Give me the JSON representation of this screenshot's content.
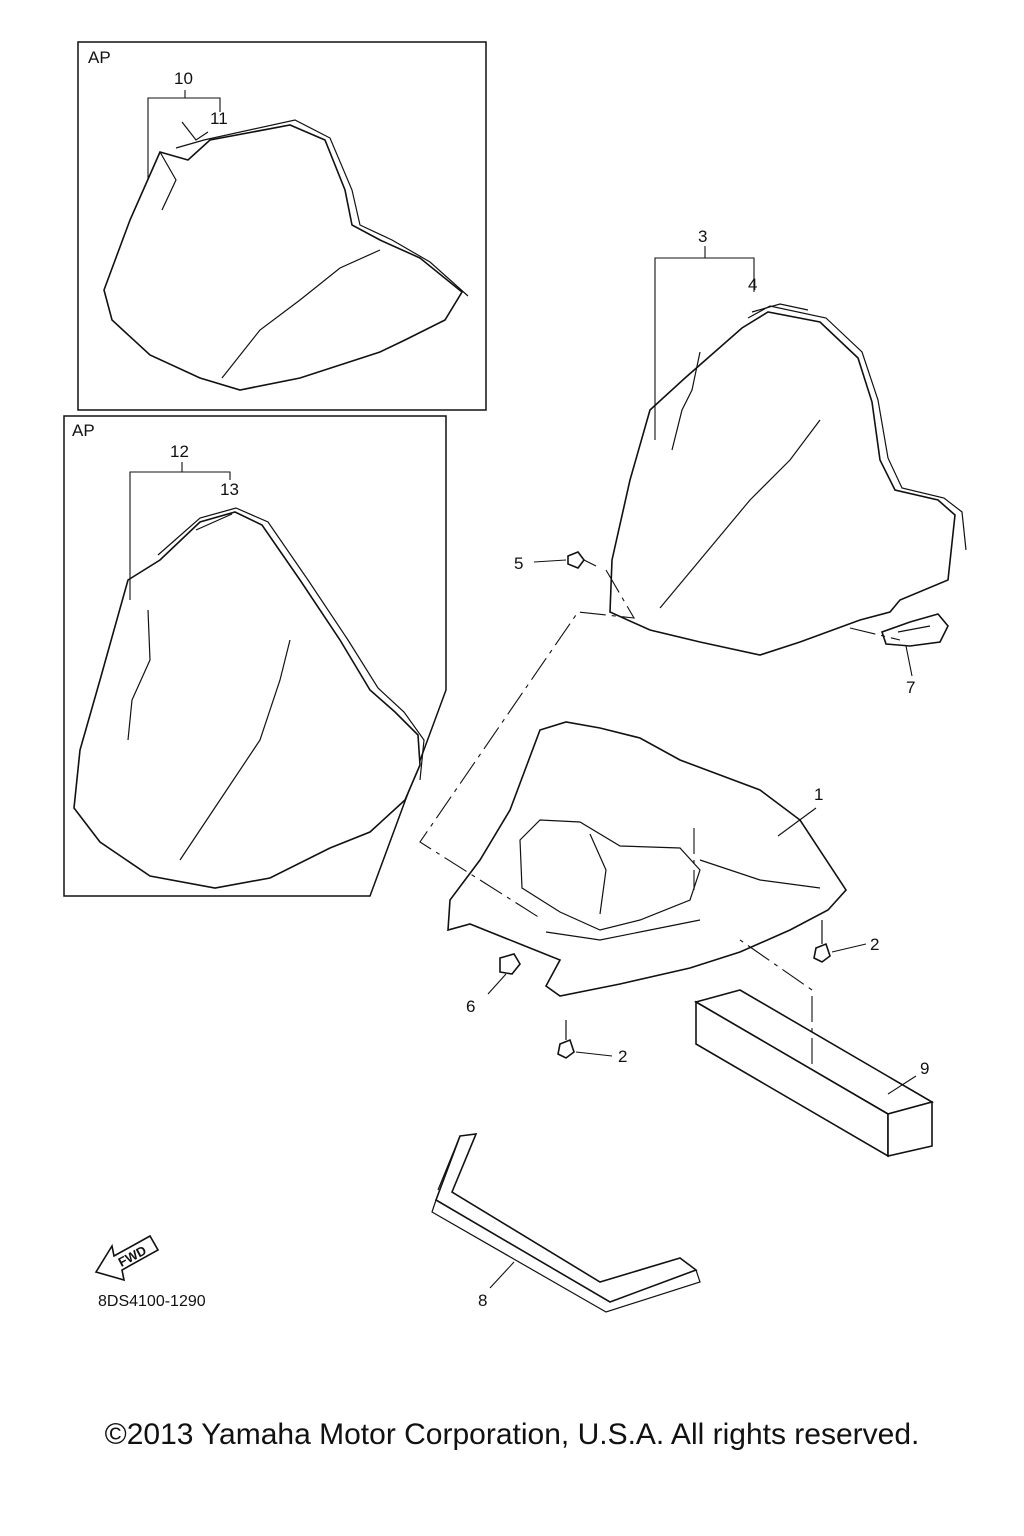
{
  "insets": [
    {
      "tag": "AP"
    },
    {
      "tag": "AP"
    }
  ],
  "callouts": {
    "p1": "1",
    "p2a": "2",
    "p2b": "2",
    "p3": "3",
    "p4": "4",
    "p5": "5",
    "p6": "6",
    "p7": "7",
    "p8": "8",
    "p9": "9",
    "p10": "10",
    "p11": "11",
    "p12": "12",
    "p13": "13"
  },
  "fwd_label": "FWD",
  "diagram_code": "8DS4100-1290",
  "copyright": "©2013 Yamaha Motor Corporation, U.S.A. All rights reserved."
}
